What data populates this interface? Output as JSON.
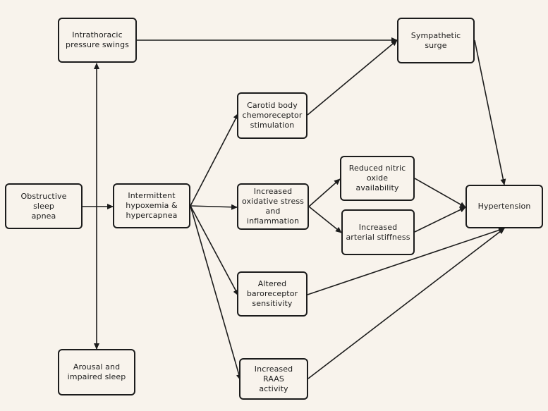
{
  "nodes": {
    "osa": "Obstructive sleep\napnea",
    "ith": "Intermittent\nhypoxemia &\nhypercapnea",
    "itps": "Intrathoracic\npressure swings",
    "ais": "Arousal and\nimpaired sleep",
    "cbcs": "Carotid body\nchemoreceptor\nstimulation",
    "ioxs": "Increased\noxidative stress\nand\ninflammation",
    "abs": "Altered\nbaroreceptor\nsensitivity",
    "raas": "Increased RAAS\nactivity",
    "ss": "Sympathetic\nsurge",
    "rno": "Reduced nitric\noxide availability",
    "ias": "Increased\narterial stiffness",
    "htn": "Hypertension"
  },
  "edges": [
    [
      "osa",
      "ith"
    ],
    [
      "osa",
      "itps"
    ],
    [
      "osa",
      "ais"
    ],
    [
      "itps",
      "ss"
    ],
    [
      "ith",
      "cbcs"
    ],
    [
      "ith",
      "ioxs"
    ],
    [
      "ith",
      "abs"
    ],
    [
      "ith",
      "raas"
    ],
    [
      "cbcs",
      "ss"
    ],
    [
      "ioxs",
      "rno"
    ],
    [
      "ioxs",
      "ias"
    ],
    [
      "rno",
      "htn"
    ],
    [
      "ias",
      "htn"
    ],
    [
      "ss",
      "htn"
    ],
    [
      "abs",
      "htn"
    ],
    [
      "raas",
      "htn"
    ]
  ],
  "colors": {
    "background": "#f8f3ec",
    "stroke": "#1c1c1c"
  }
}
